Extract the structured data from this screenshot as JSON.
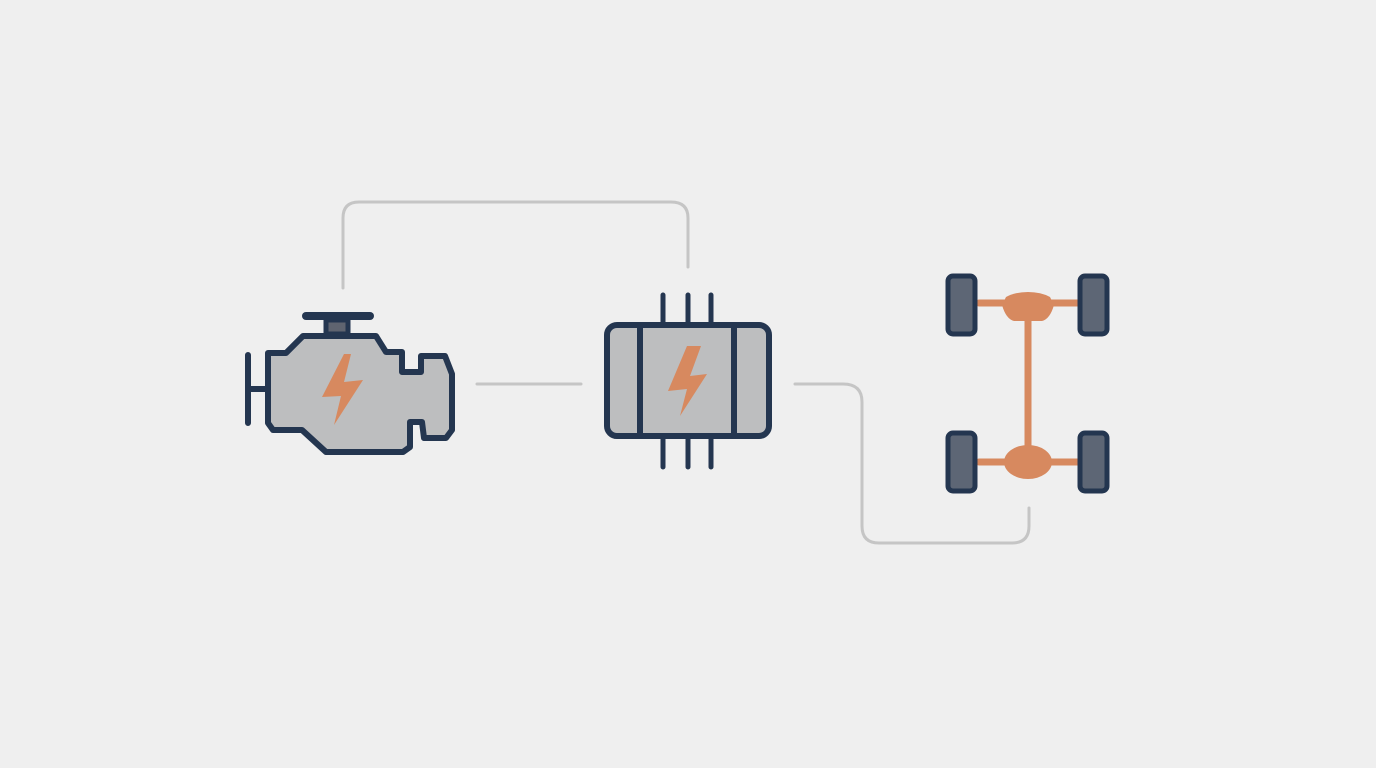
{
  "diagram": {
    "nodes": [
      {
        "id": "engine",
        "icon": "engine-icon"
      },
      {
        "id": "transmission",
        "icon": "transmission-icon"
      },
      {
        "id": "drivetrain",
        "icon": "axle-chassis-icon"
      }
    ],
    "connections": [
      {
        "from": "engine",
        "to": "transmission",
        "style": "straight"
      },
      {
        "from": "engine",
        "to": "transmission",
        "style": "overhead-loop"
      },
      {
        "from": "transmission",
        "to": "drivetrain",
        "style": "lower-loop"
      }
    ],
    "colors": {
      "background": "#efefef",
      "outline": "#243650",
      "fill": "#bdbebf",
      "accent": "#d7895f",
      "connector": "#c5c5c5",
      "tire_fill": "#5d6675"
    }
  }
}
